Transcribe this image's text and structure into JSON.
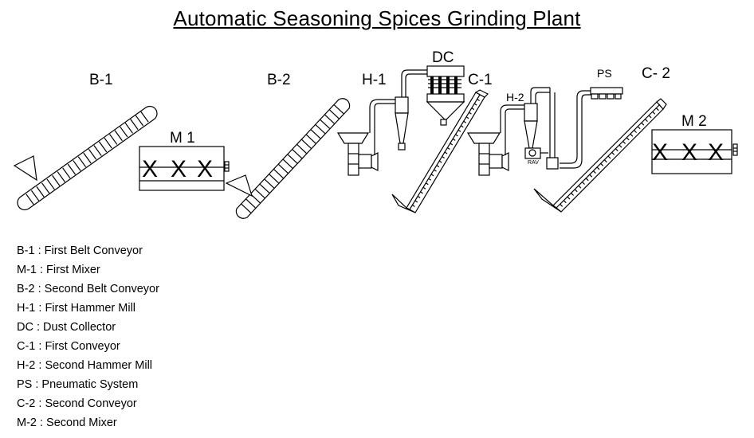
{
  "title": "Automatic Seasoning Spices Grinding Plant",
  "units": {
    "b1": "B-1",
    "m1": "M 1",
    "b2": "B-2",
    "h1": "H-1",
    "dc": "DC",
    "c1": "C-1",
    "h2": "H-2",
    "ps": "PS",
    "c2": "C- 2",
    "m2": "M 2",
    "rav": "RAV"
  },
  "mixer_marks": [
    "X",
    "X",
    "X"
  ],
  "legend": [
    "B-1 : First Belt Conveyor",
    "M-1 : First Mixer",
    "B-2 : Second Belt Conveyor",
    "H-1 : First Hammer Mill",
    "DC : Dust Collector",
    "C-1 : First Conveyor",
    "H-2 : Second Hammer Mill",
    "PS : Pneumatic System",
    "C-2 : Second Conveyor",
    "M-2 : Second Mixer"
  ],
  "icons": [
    "belt-conveyor",
    "mixer",
    "hammer-mill",
    "cyclone",
    "dust-collector",
    "screw-conveyor",
    "rotary-airlock-valve",
    "pneumatic-system"
  ]
}
